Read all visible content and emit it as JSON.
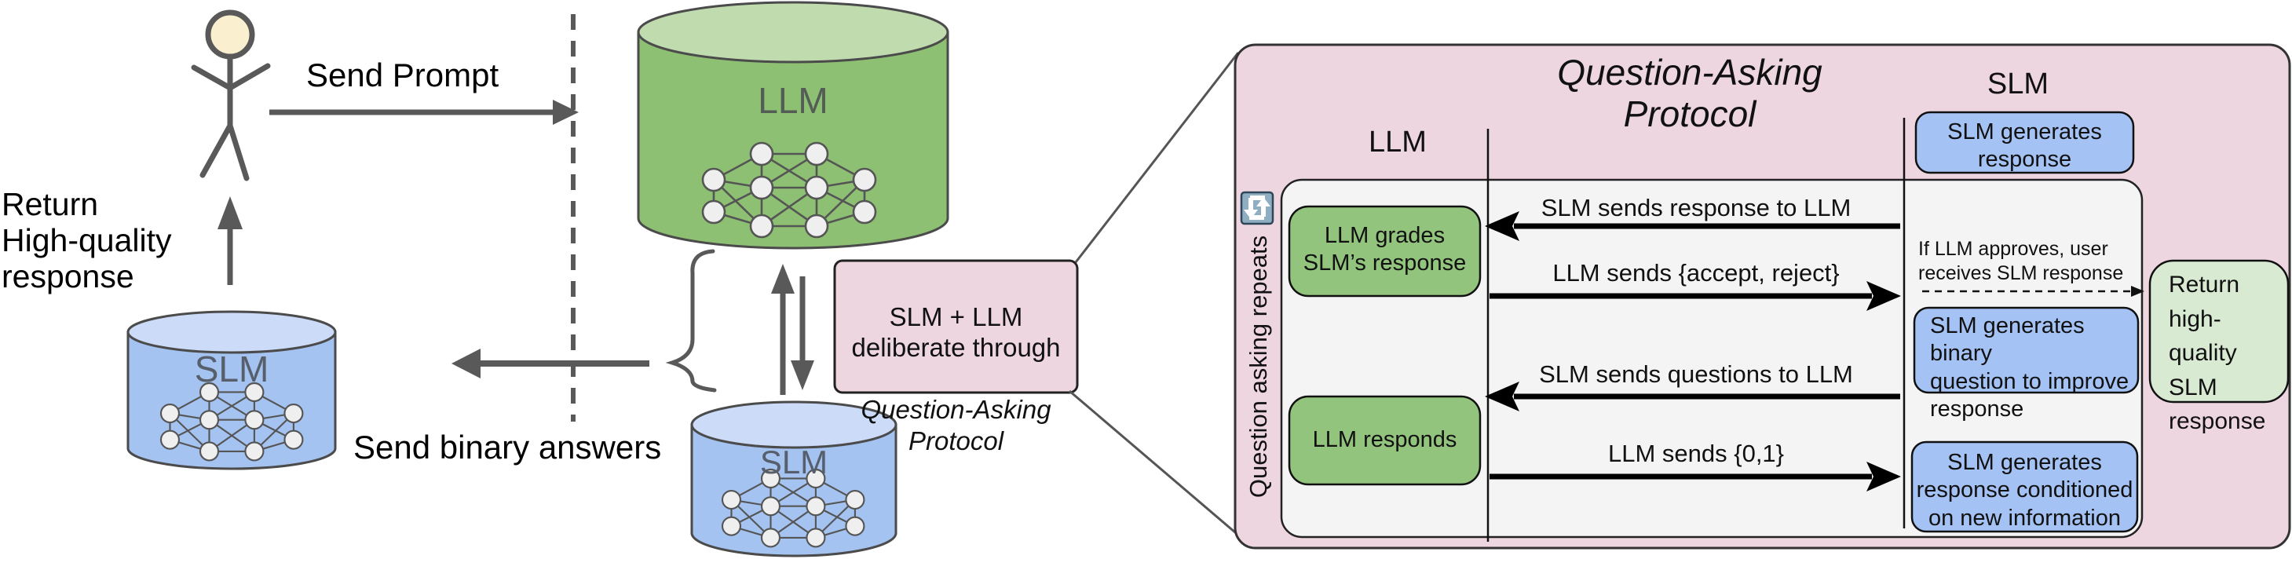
{
  "left": {
    "send_prompt": "Send Prompt",
    "return_response": "Return\nHigh-quality\nresponse",
    "send_binary": "Send binary answers",
    "llm_cylinder_label": "LLM",
    "slm_cylinder_left_label": "SLM",
    "slm_cylinder_bottom_label": "SLM",
    "deliberate_top": "SLM + LLM\ndeliberate through",
    "deliberate_italic": "Question-Asking\nProtocol"
  },
  "panel": {
    "title": "Question-Asking Protocol",
    "llm_column": "LLM",
    "slm_column": "SLM",
    "loop_label": "Question asking repeats",
    "refresh_icon": "repeat-cycle",
    "boxes": {
      "slm_generates": "SLM generates\nresponse",
      "llm_grades": "LLM grades\nSLM’s response",
      "llm_responds": "LLM responds",
      "slm_binary_question": "SLM generates binary\nquestion to improve\nresponse",
      "slm_conditioned": "SLM generates\nresponse conditioned\non new information",
      "return_box": "Return\nhigh-quality\nSLM\nresponse"
    },
    "messages": [
      {
        "label": "SLM sends response to LLM",
        "direction": "left"
      },
      {
        "label": "LLM sends {accept, reject}",
        "direction": "right"
      },
      {
        "label": "SLM sends questions to LLM",
        "direction": "left"
      },
      {
        "label": "LLM sends {0,1}",
        "direction": "right"
      }
    ],
    "approval_note": "If LLM approves, user\nreceives SLM response"
  },
  "colors": {
    "panel_pink": "#EDD6E0",
    "inner_gray": "#F4F4F4",
    "green_box": "#93C47D",
    "blue_box": "#A4C2F4",
    "return_green": "#D9EAD3",
    "llm_cylinder_body": "#8DC073",
    "llm_cylinder_top": "#C0DCAF",
    "slm_cylinder_body": "#A4C3F1",
    "slm_cylinder_top": "#CBDBF8",
    "stroke_gray": "#595959",
    "head_fill": "#FAEFCE",
    "refresh_icon_fill": "#8FAEC2"
  }
}
